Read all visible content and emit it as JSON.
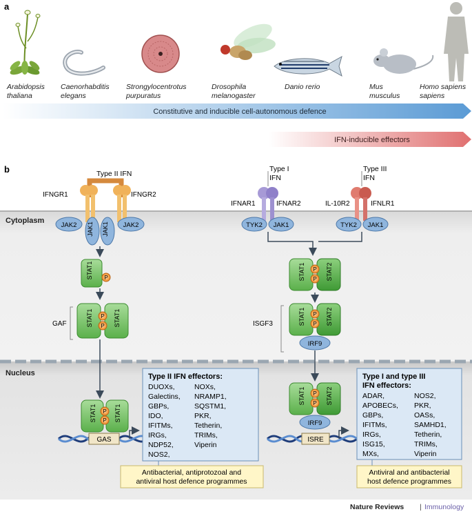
{
  "panel_a": {
    "label": "a",
    "organisms": [
      {
        "line1": "Arabidopsis",
        "line2": "thaliana",
        "icon": "plant-icon"
      },
      {
        "line1": "Caenorhabditis",
        "line2": "elegans",
        "icon": "worm-icon"
      },
      {
        "line1": "Strongylocentrotus",
        "line2": "purpuratus",
        "icon": "sea-urchin-icon"
      },
      {
        "line1": "Drosophila",
        "line2": "melanogaster",
        "icon": "fly-icon"
      },
      {
        "line1": "Danio rerio",
        "line2": "",
        "icon": "zebrafish-icon"
      },
      {
        "line1": "Mus",
        "line2": "musculus",
        "icon": "mouse-icon"
      },
      {
        "line1": "Homo sapiens",
        "line2": "sapiens",
        "icon": "human-icon"
      }
    ],
    "arrow1": "Constitutive and inducible cell-autonomous defence",
    "arrow2": "IFN-inducible effectors",
    "colors": {
      "arrow1": "#5b9bd5",
      "arrow2": "#e07070"
    }
  },
  "panel_b": {
    "label": "b",
    "cytoplasm": "Cytoplasm",
    "nucleus": "Nucleus",
    "type2": {
      "ligand1": "Type II IFN",
      "r1": "IFNGR1",
      "r2": "IFNGR2",
      "jak2a": "JAK2",
      "jak1a": "JAK1",
      "jak1b": "JAK1",
      "jak2b": "JAK2",
      "stat": "STAT1",
      "p": "P",
      "gaf": "GAF",
      "gas": "GAS",
      "effectors_title": "Type II IFN effectors:",
      "effectors_col1": [
        "DUOXs,",
        "Galectins,",
        "GBPs,",
        "IDO,",
        "IFITMs,",
        "IRGs,",
        "NDP52,",
        "NOS2,"
      ],
      "effectors_col2": [
        "NOXs,",
        "NRAMP1,",
        "SQSTM1,",
        "PKR,",
        "Tetherin,",
        "TRIMs,",
        "Viperin"
      ],
      "programme_l1": "Antibacterial, antiprotozoal and",
      "programme_l2": "antiviral host defence programmes"
    },
    "type13": {
      "ligand1_l1": "Type I",
      "ligand1_l2": "IFN",
      "ligand3_l1": "Type III",
      "ligand3_l2": "IFN",
      "r1": "IFNAR1",
      "r2": "IFNAR2",
      "r3": "IL-10R2",
      "r4": "IFNLR1",
      "tyk2a": "TYK2",
      "jak1a": "JAK1",
      "tyk2b": "TYK2",
      "jak1b": "JAK1",
      "stat1": "STAT1",
      "stat2": "STAT2",
      "p": "P",
      "isgf3": "ISGF3",
      "irf9": "IRF9",
      "isre": "ISRE",
      "effectors_title_l1": "Type I and type III",
      "effectors_title_l2": "IFN effectors:",
      "effectors_col1": [
        "ADAR,",
        "APOBECs,",
        "GBPs,",
        "IFITMs,",
        "IRGs,",
        "ISG15,",
        "MXs,"
      ],
      "effectors_col2": [
        "NOS2,",
        "PKR,",
        "OASs,",
        "SAMHD1,",
        "Tetherin,",
        "TRIMs,",
        "Viperin"
      ],
      "programme_l1": "Antiviral and antibacterial",
      "programme_l2": "host defence programmes"
    }
  },
  "credit": {
    "journal": "Nature Reviews",
    "sep": "|",
    "section": "Immunology",
    "section_color": "#6a5fa8"
  }
}
